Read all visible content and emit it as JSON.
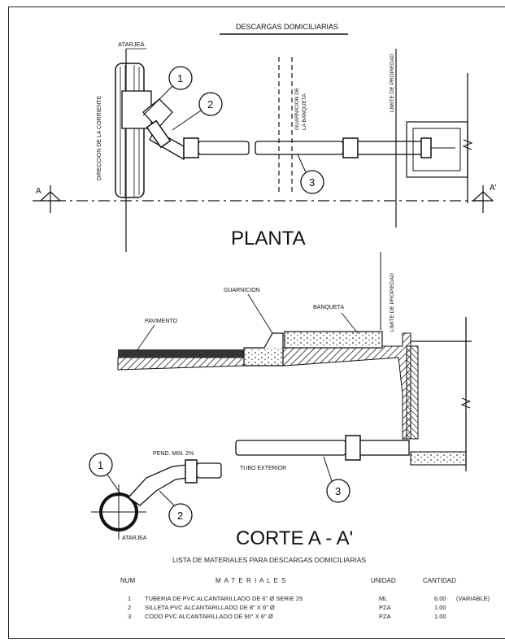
{
  "plan": {
    "title": "DESCARGAS DOMICILIARIAS",
    "view_label": "PLANTA",
    "atarjea": "ATARJEA",
    "corriente": "DIRECCION DE LA CORRIENTE",
    "guarnicion_banqueta": [
      "GUARNICION DE",
      "LA BANQUETA"
    ],
    "limite": "LIMITE DE PROPIEDAD",
    "section_mark": "A",
    "section_mark_right": "A'",
    "callouts": [
      "1",
      "2",
      "3"
    ]
  },
  "section": {
    "view_label": "CORTE A - A'",
    "guarnicion": "GUARNICION",
    "banqueta": "BANQUETA",
    "pavimento": "PAVIMENTO",
    "limite": "LIMITE DE PROPIEDAD",
    "pendiente": "PEND. MIN. 2%",
    "tubo": "TUBO EXTERIOR",
    "atarjea": "ATARJEA",
    "callouts": [
      "1",
      "2",
      "3"
    ]
  },
  "materials": {
    "title": "LISTA DE MATERIALES PARA DESCARGAS DOMICILIARIAS",
    "headers": {
      "num": "NUM",
      "materiales": "M A T E R I A L E S",
      "unidad": "UNIDAD",
      "cantidad": "CANTIDAD"
    },
    "rows": [
      {
        "num": "1",
        "material": "TUBERIA DE PVC ALCANTARILLADO DE 6\" Ø SERIE 25",
        "unidad": "ML",
        "cantidad": "6.00",
        "nota": "(VARIABLE)"
      },
      {
        "num": "2",
        "material": "SILLETA PVC ALCANTARILLADO DE 8\" X 6\" Ø",
        "unidad": "PZA",
        "cantidad": "1.00",
        "nota": ""
      },
      {
        "num": "3",
        "material": "CODO PVC ALCANTARILLADO DE 90° X 6\" Ø",
        "unidad": "PZA",
        "cantidad": "1.00",
        "nota": ""
      }
    ]
  }
}
